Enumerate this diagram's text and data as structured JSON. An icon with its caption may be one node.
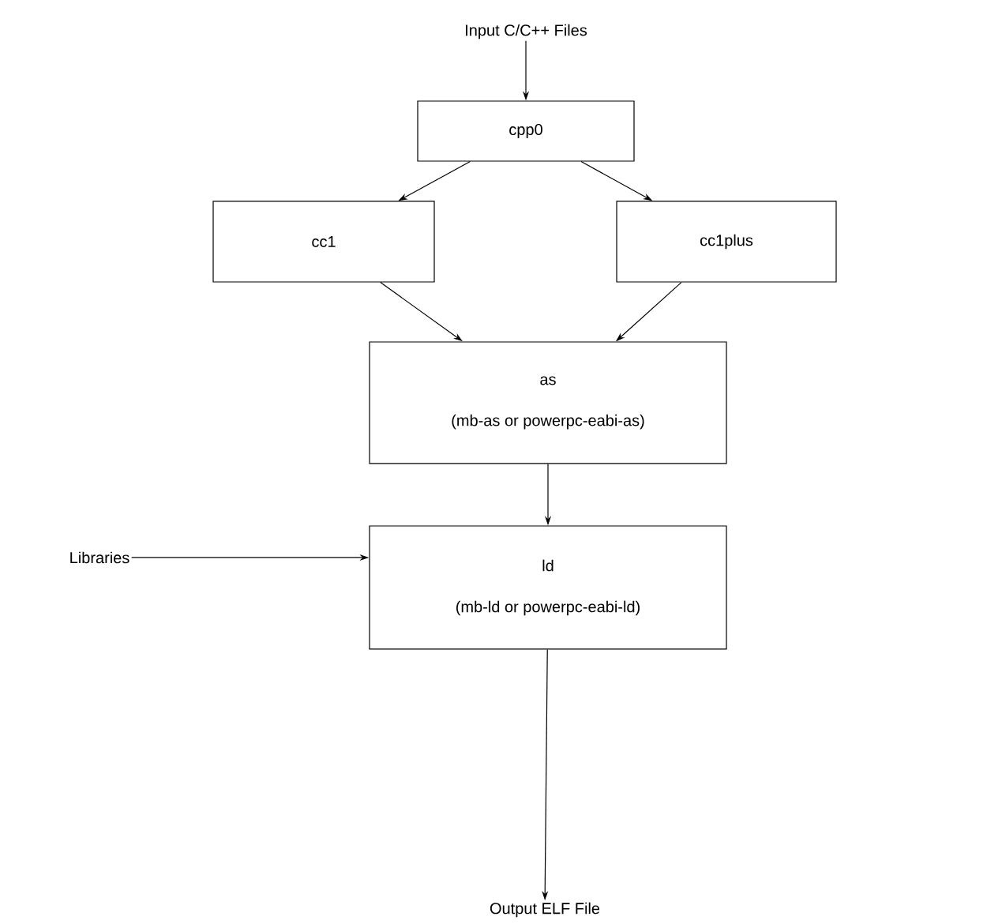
{
  "diagram": {
    "nodes": [
      {
        "text": [
          "Input C/C++ Files"
        ]
      },
      {
        "text": [
          "cpp0"
        ]
      },
      {
        "text": [
          "cc1"
        ]
      },
      {
        "text": [
          "cc1plus"
        ]
      },
      {
        "text": [
          "as",
          "(mb-as or powerpc-eabi-as)"
        ]
      },
      {
        "text": [
          "ld",
          "(mb-ld or powerpc-eabi-ld)"
        ]
      },
      {
        "text": [
          "Libraries"
        ]
      },
      {
        "text": [
          "Output ELF File"
        ]
      }
    ],
    "edges": [
      {
        "from": 0,
        "to": 1,
        "arrow": "to"
      },
      {
        "from": 1,
        "to": 2,
        "arrow": "to"
      },
      {
        "from": 1,
        "to": 3,
        "arrow": "to"
      },
      {
        "from": 2,
        "to": 4,
        "arrow": "to"
      },
      {
        "from": 3,
        "to": 4,
        "arrow": "to"
      },
      {
        "from": 4,
        "to": 5,
        "arrow": "to"
      },
      {
        "from": 6,
        "to": 5,
        "arrow": "to"
      },
      {
        "from": 5,
        "to": 7,
        "arrow": "to"
      }
    ]
  }
}
